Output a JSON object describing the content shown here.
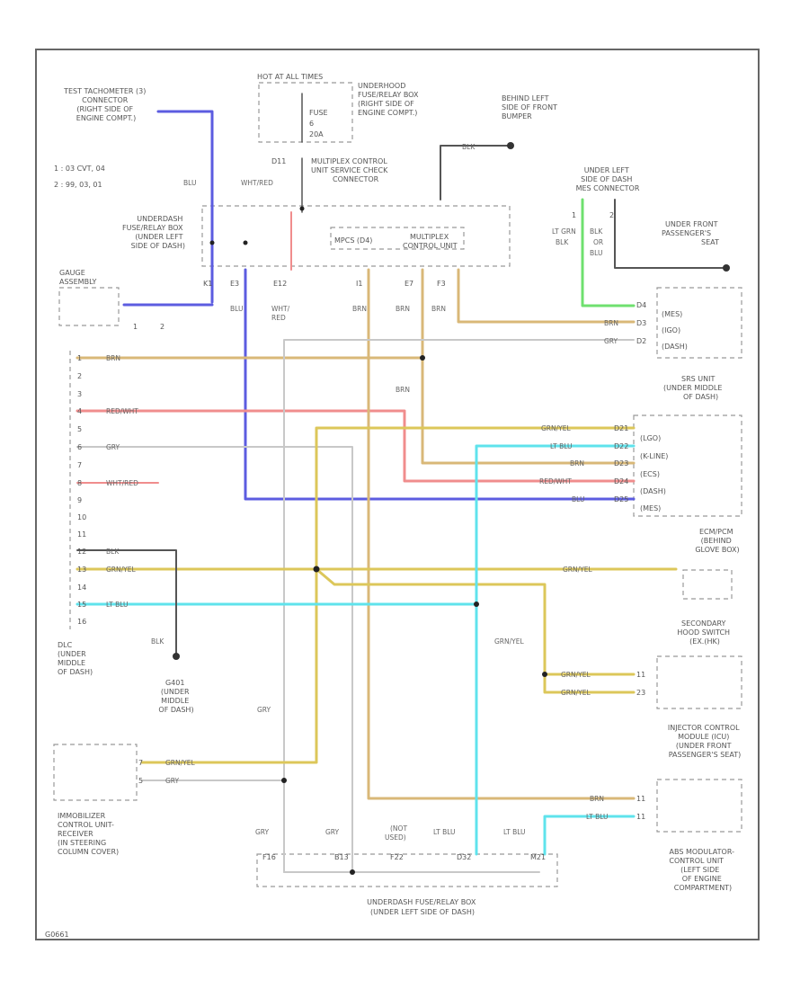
{
  "colors": {
    "brown": "#d9b878",
    "red": "#f08d8d",
    "gray": "#c8c8c8",
    "yellow": "#dcc75a",
    "blue": "#5c5ce0",
    "cyan": "#5fe3ec",
    "green": "#6fe06f",
    "black": "#555555"
  },
  "labels": {
    "tach_connector": [
      "TEST TACHOMETER (3)",
      "CONNECTOR",
      "(RIGHT SIDE OF",
      "ENGINE COMPT.)"
    ],
    "tach_pins": [
      "1 : 03 CVT, 04",
      "2 : 99, 03, 01"
    ],
    "hot_times": "HOT AT ALL TIMES",
    "underhood_box": [
      "UNDERHOOD",
      "FUSE/RELAY BOX",
      "(RIGHT SIDE OF",
      "ENGINE COMPT.)"
    ],
    "fuse": "FUSE",
    "fuse_num": "6",
    "fuse_amp": "20A",
    "d11": "D11",
    "ground_behind_left": [
      "BEHIND LEFT",
      "SIDE OF FRONT",
      "BUMPER"
    ],
    "mux_service_check": [
      "MULTIPLEX CONTROL",
      "UNIT SERVICE CHECK",
      "CONNECTOR"
    ],
    "under_left_mes": [
      "UNDER LEFT",
      "SIDE OF DASH",
      "MES CONNECTOR"
    ],
    "mes_pins": [
      "1",
      "2"
    ],
    "mes_wires": [
      "LT GRN",
      "BLK",
      "BLK",
      "OR",
      "BLU"
    ],
    "under_front_pass": [
      "UNDER FRONT",
      "PASSENGER'S",
      "SEAT"
    ],
    "underdash_box": [
      "UNDERDASH",
      "FUSE/RELAY BOX",
      "(UNDER LEFT",
      "SIDE OF DASH)"
    ],
    "mpcs": "MPCS (D4)",
    "multiplex_control": [
      "MULTIPLEX",
      "CONTROL UNIT"
    ],
    "pin_codes": [
      "K1",
      "E3",
      "E12",
      "I1",
      "E7",
      "F3"
    ],
    "gauge_assembly": [
      "GAUGE",
      "ASSEMBLY"
    ],
    "gauge_pins": [
      "1",
      "2"
    ],
    "wire_blu": "BLU",
    "wire_blu2": "BLU",
    "wire_wht_red_top": "WHT/RED",
    "wire_wht_red": [
      "WHT/",
      "RED"
    ],
    "wire_brn": "BRN",
    "right_conn1_pins": [
      "(MES)",
      "(IGO)",
      "(DASH)"
    ],
    "right_conn1_codes": [
      "D4",
      "D3",
      "D2"
    ],
    "dlc_pins": [
      "1",
      "2",
      "3",
      "4",
      "5",
      "6",
      "7",
      "8",
      "9",
      "10",
      "11",
      "12",
      "13",
      "14",
      "15",
      "16"
    ],
    "dlc_wires": {
      "p1": "BRN",
      "p4": "RED/WHT",
      "p6": "GRY",
      "p8": "WHT/RED",
      "p12": "BLK",
      "p13": "GRN/YEL",
      "p15": "LT BLU"
    },
    "srs_unit": [
      "SRS UNIT",
      "(UNDER MIDDLE",
      "OF DASH)"
    ],
    "srs_pins": [
      "(LGO)",
      "(K-LINE)",
      "(ECS)",
      "(DASH)",
      "(MES)"
    ],
    "srs_codes": [
      "D21",
      "D22",
      "D23",
      "D24",
      "D25"
    ],
    "srs_wires": [
      "GRN/YEL",
      "LT BLU",
      "BRN",
      "RED/WHT",
      "BLU"
    ],
    "ecm_pcm": [
      "ECM/PCM",
      "(BEHIND",
      "GLOVE BOX)"
    ],
    "ecm_wire": "GRN/YEL",
    "grn_yel_mid": "GRN/YEL",
    "sec_hood": [
      "SECONDARY",
      "HOOD SWITCH",
      "(EX.(HK)"
    ],
    "sec_hood_pins": [
      "11",
      "23"
    ],
    "sec_hood_wires": [
      "GRN/YEL",
      "GRN/YEL"
    ],
    "dlc": [
      "DLC",
      "(UNDER",
      "MIDDLE",
      "OF DASH)"
    ],
    "blk": "BLK",
    "g401": [
      "G401",
      "(UNDER",
      "MIDDLE",
      "OF DASH)"
    ],
    "gry_mid": "GRY",
    "injector": [
      "INJECTOR CONTROL",
      "MODULE (ICU)",
      "(UNDER FRONT",
      "PASSENGER'S SEAT)"
    ],
    "injector_pins": [
      "11",
      "11"
    ],
    "injector_wires": [
      "BRN",
      "LT BLU"
    ],
    "immobilizer": [
      "IMMOBILIZER",
      "CONTROL UNIT-",
      "RECEIVER",
      "(IN STEERING",
      "COLUMN COVER)"
    ],
    "immobilizer_pins": [
      "7",
      "5"
    ],
    "immobilizer_wires": [
      "GRN/YEL",
      "GRY"
    ],
    "bottom_wires": [
      "GRY",
      "GRY",
      "(NOT",
      "USED)",
      "LT BLU",
      "LT BLU"
    ],
    "bottom_pins": [
      "F16",
      "B13",
      "F22",
      "D32",
      "M21"
    ],
    "abs": [
      "ABS MODULATOR-",
      "CONTROL UNIT",
      "(LEFT SIDE",
      "OF ENGINE",
      "COMPARTMENT)"
    ],
    "underdash_bottom": [
      "UNDERDASH FUSE/RELAY BOX",
      "(UNDER LEFT SIDE OF DASH)"
    ],
    "footer_code": "G0661"
  }
}
